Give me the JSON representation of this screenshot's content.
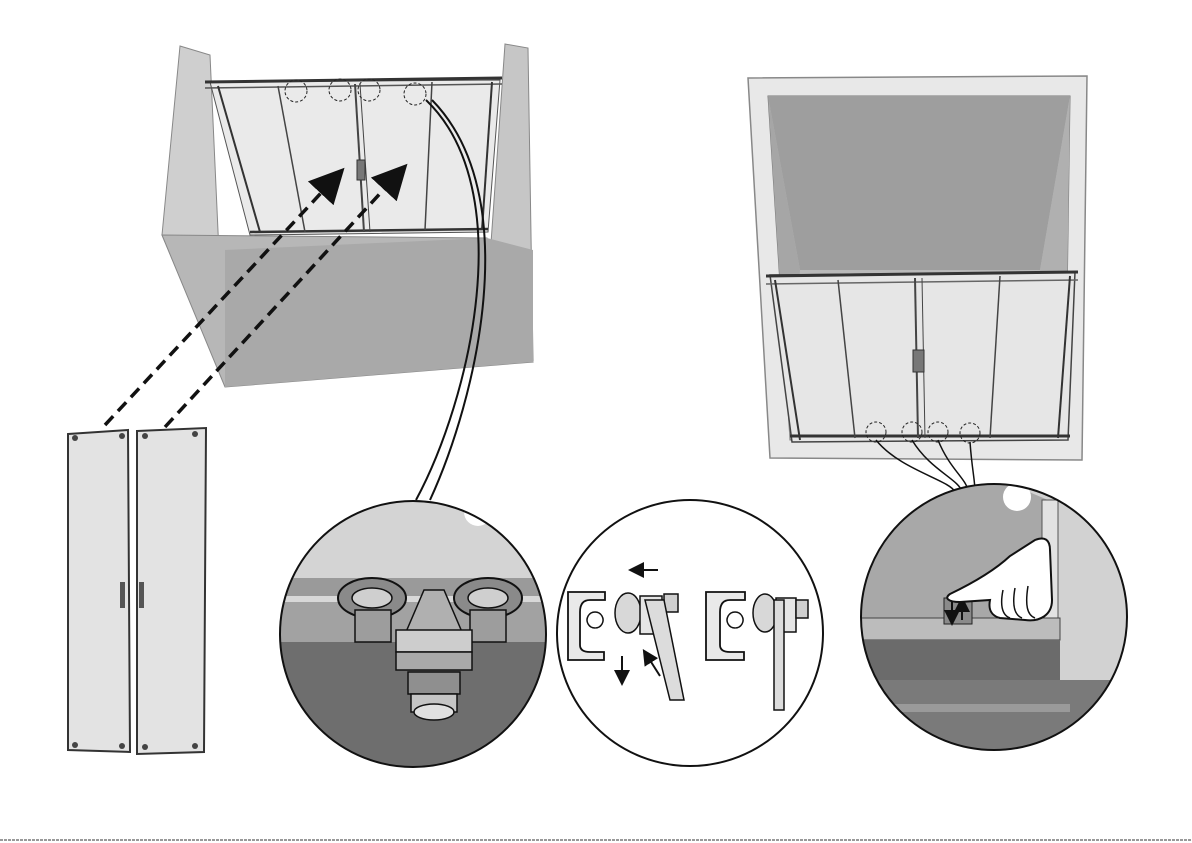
{
  "colors": {
    "background": "#ffffff",
    "wall_light": "#d6d6d6",
    "wall_mid": "#bdbdbd",
    "wall_dark": "#9a9a9a",
    "inner_shadow": "#a8a8a8",
    "glass": "#e8e8e8",
    "frame": "#4a4a4a",
    "line": "#111111",
    "detail_fill": "#8c8c8c",
    "detail_dark": "#5e5e5e"
  },
  "icons": {
    "arrow": "dashed-arrow-icon",
    "hand": "hand-icon",
    "roller": "roller-wheel-icon",
    "nut": "hex-nut-icon"
  },
  "scene": {
    "left_enclosure": "enclosure-back-view",
    "loose_doors": "two-sliding-door-panels",
    "right_enclosure": "enclosure-front-view",
    "detail_roller": "top-roller-closeup",
    "detail_profile": "profile-section-steps",
    "detail_hand": "bottom-guide-adjust"
  }
}
